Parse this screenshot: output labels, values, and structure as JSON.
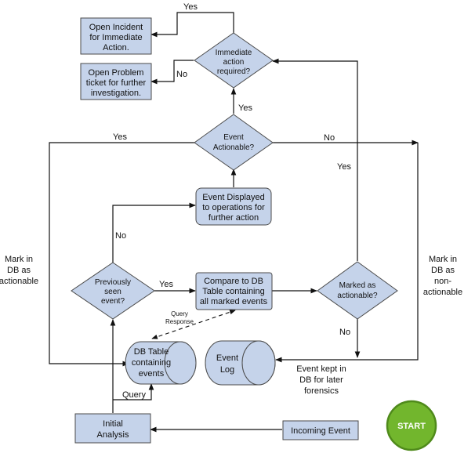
{
  "colors": {
    "node_fill": "#c5d3ea",
    "node_stroke": "#4a4a4a",
    "start_fill": "#72b62d",
    "start_ring": "#4f8a1b",
    "line": "#111111"
  },
  "nodes": {
    "open_incident": {
      "lines": [
        "Open Incident",
        "for Immediate",
        "Action."
      ]
    },
    "open_problem": {
      "lines": [
        "Open Problem",
        "ticket for further",
        "investigation."
      ]
    },
    "immediate_action": {
      "lines": [
        "Immediate",
        "action",
        "required?"
      ]
    },
    "event_actionable": {
      "lines": [
        "Event",
        "Actionable?"
      ]
    },
    "event_displayed": {
      "lines": [
        "Event Displayed",
        "to operations for",
        "further action"
      ]
    },
    "previously_seen": {
      "lines": [
        "Previously",
        "seen",
        "event?"
      ]
    },
    "compare_db": {
      "lines": [
        "Compare to DB",
        "Table containing",
        "all marked events"
      ]
    },
    "marked_actionable": {
      "lines": [
        "Marked as",
        "actionable?"
      ]
    },
    "db_table": {
      "lines": [
        "DB Table",
        "containing",
        "events"
      ]
    },
    "event_log": {
      "lines": [
        "Event",
        "Log"
      ]
    },
    "initial_analysis": {
      "lines": [
        "Initial",
        "Analysis"
      ]
    },
    "incoming_event": {
      "lines": [
        "Incoming Event"
      ]
    },
    "start": {
      "lines": [
        "START"
      ]
    }
  },
  "labels": {
    "yes_top": "Yes",
    "no_problem": "No",
    "yes_actionable": "Yes",
    "yes_left": "Yes",
    "no_right": "No",
    "yes_marked": "Yes",
    "no_prev": "No",
    "yes_prev": "Yes",
    "no_marked": "No",
    "query": "Query",
    "query_response": [
      "Query",
      "Response"
    ],
    "mark_actionable": [
      "Mark in",
      "DB as",
      "actionable"
    ],
    "mark_nonactionable": [
      "Mark in",
      "DB as",
      "non-",
      "actionable"
    ],
    "event_kept": [
      "Event kept in",
      "DB for later",
      "forensics"
    ]
  }
}
